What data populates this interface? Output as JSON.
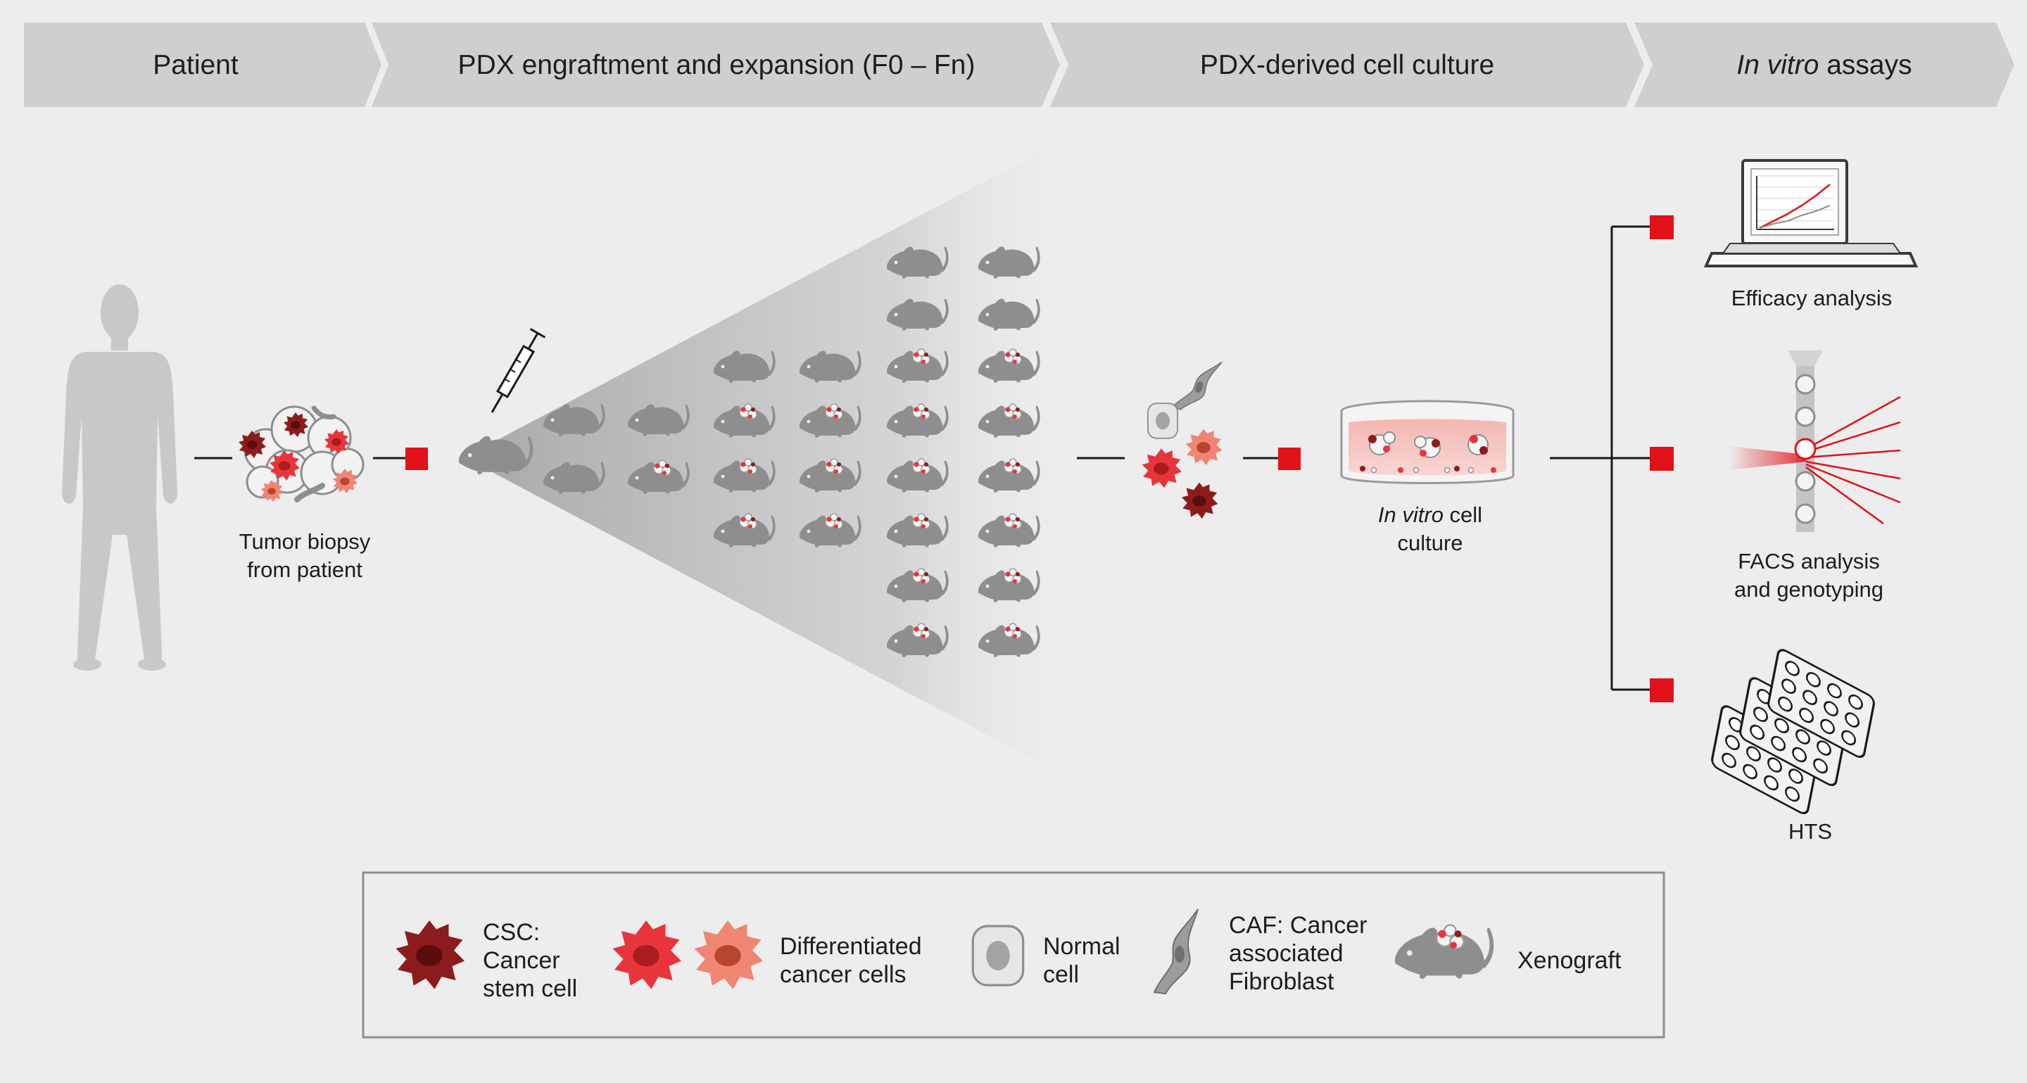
{
  "header": {
    "steps": [
      {
        "label": "Patient"
      },
      {
        "label": "PDX engraftment and expansion (F0 – Fn)"
      },
      {
        "label": "PDX-derived cell culture"
      },
      {
        "label_italic": "In vitro",
        "label_rest": " assays"
      }
    ]
  },
  "patient": {
    "caption_line1": "Tumor biopsy",
    "caption_line2": "from patient"
  },
  "culture": {
    "caption_italic": "In vitro",
    "caption_rest": " cell",
    "caption_line2": "culture"
  },
  "assays": {
    "efficacy": "Efficacy analysis",
    "facs_line1": "FACS analysis",
    "facs_line2": "and genotyping",
    "hts": "HTS"
  },
  "legend": {
    "csc": [
      "CSC:",
      "Cancer",
      "stem cell"
    ],
    "diff": [
      "Differentiated",
      "cancer cells"
    ],
    "normal": [
      "Normal",
      "cell"
    ],
    "caf": [
      "CAF: Cancer",
      "associated",
      "Fibroblast"
    ],
    "xeno": [
      "Xenograft"
    ]
  },
  "colors": {
    "chevron": "#cfcfd0",
    "accent_red": "#e1121a",
    "csc_dark": "#8c1c1c",
    "diff_red": "#e8353b",
    "diff_salmon": "#f08572",
    "mouse": "#8e8e8e",
    "line": "#1a1a1a"
  },
  "icons": [
    "human-silhouette-icon",
    "tumor-cluster-icon",
    "syringe-icon",
    "mouse-icon",
    "laptop-chart-icon",
    "facs-flow-icon",
    "well-plate-icon",
    "petri-dish-icon"
  ]
}
